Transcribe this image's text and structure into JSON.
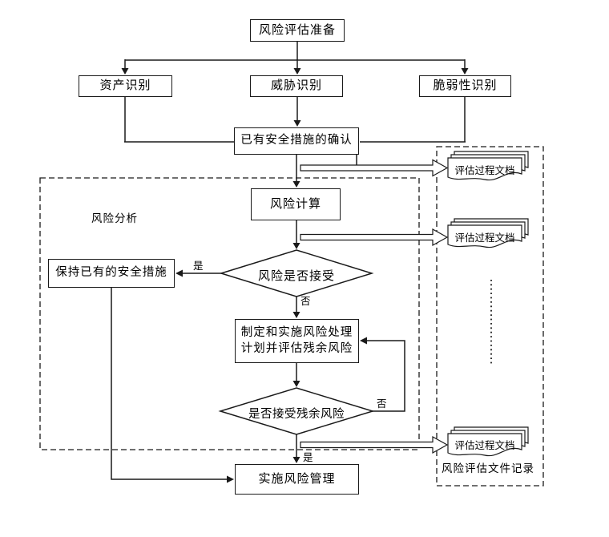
{
  "nodes": {
    "prepare": {
      "label": "风险评估准备"
    },
    "asset": {
      "label": "资产识别"
    },
    "threat": {
      "label": "威胁识别"
    },
    "vulnerability": {
      "label": "脆弱性识别"
    },
    "confirm_existing": {
      "label": "已有安全措施的确认"
    },
    "risk_calculation": {
      "label": "风险计算"
    },
    "risk_acceptable": {
      "label": "风险是否接受"
    },
    "keep_existing": {
      "label": "保持已有的安全措施"
    },
    "treatment": {
      "line1": "制定和实施风险处理",
      "line2": "计划并评估残余风险"
    },
    "residual_acceptable": {
      "label": "是否接受残余风险"
    },
    "implement": {
      "label": "实施风险管理"
    }
  },
  "groups": {
    "risk_analysis": {
      "label": "风险分析"
    },
    "records": {
      "label": "风险评估文件记录"
    }
  },
  "documents": {
    "doc1": {
      "label": "评估过程文档"
    },
    "doc2": {
      "label": "评估过程文档"
    },
    "doc3": {
      "label": "评估过程文档"
    }
  },
  "edge_labels": {
    "risk_yes": "是",
    "risk_no": "否",
    "residual_no": "否",
    "residual_yes": "是"
  },
  "colors": {
    "line": "#1a1a1a",
    "background": "#ffffff"
  }
}
